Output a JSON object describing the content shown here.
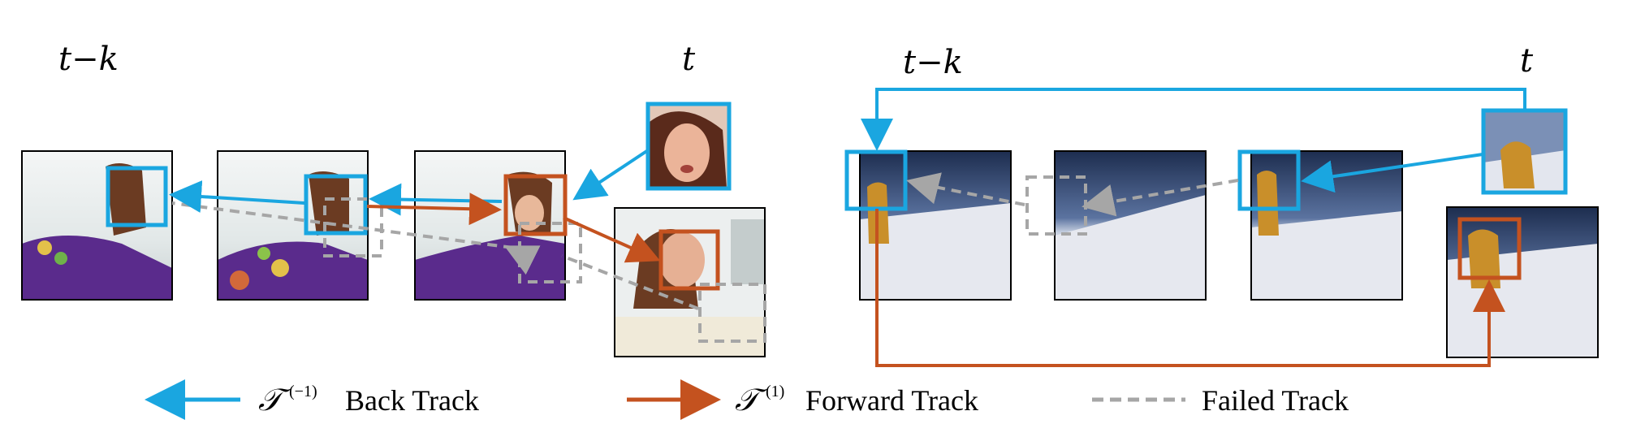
{
  "left_panel": {
    "time_start_label": "t−k",
    "time_end_label": "t"
  },
  "right_panel": {
    "time_start_label": "t−k",
    "time_end_label": "t"
  },
  "legend": {
    "back": {
      "symbol": "𝒯",
      "superscript": "(−1)",
      "label": "Back Track"
    },
    "forward": {
      "symbol": "𝒯",
      "superscript": "(1)",
      "label": "Forward Track"
    },
    "failed": {
      "label": "Failed Track"
    }
  },
  "colors": {
    "back_track": "#1aa6e0",
    "forward_track": "#c4521f",
    "failed_track": "#a6a6a6"
  }
}
